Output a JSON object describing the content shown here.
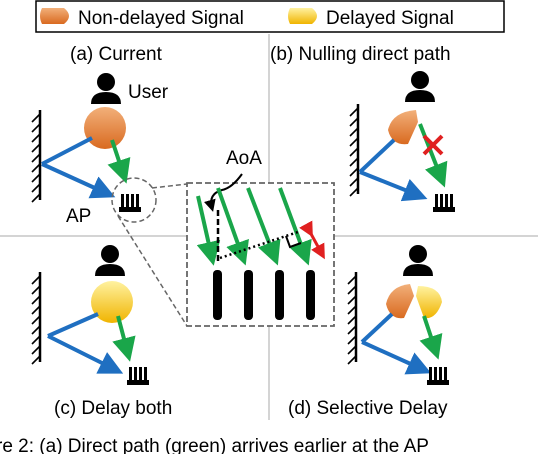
{
  "legend": {
    "non_delayed": "Non-delayed Signal",
    "delayed": "Delayed Signal"
  },
  "panels": {
    "a": {
      "title": "(a) Current",
      "user_label": "User",
      "ap_label": "AP"
    },
    "b": {
      "title": "(b) Nulling direct path"
    },
    "c": {
      "title": "(c) Delay both"
    },
    "d": {
      "title": "(d) Selective Delay"
    }
  },
  "inset": {
    "aoa_label": "AoA"
  },
  "caption": "re 2: (a) Direct path (green) arrives earlier at the AP",
  "colors": {
    "direct_path": "#1aa64a",
    "reflected_path": "#1f6fc1",
    "non_delayed": "#e8803a",
    "delayed": "#f5c200",
    "block_mark": "#e02020",
    "delay_arrow": "#e02020",
    "ink": "#000000"
  },
  "icons": [
    "person-icon",
    "antenna-array-icon",
    "wall-icon",
    "block-x-icon"
  ]
}
